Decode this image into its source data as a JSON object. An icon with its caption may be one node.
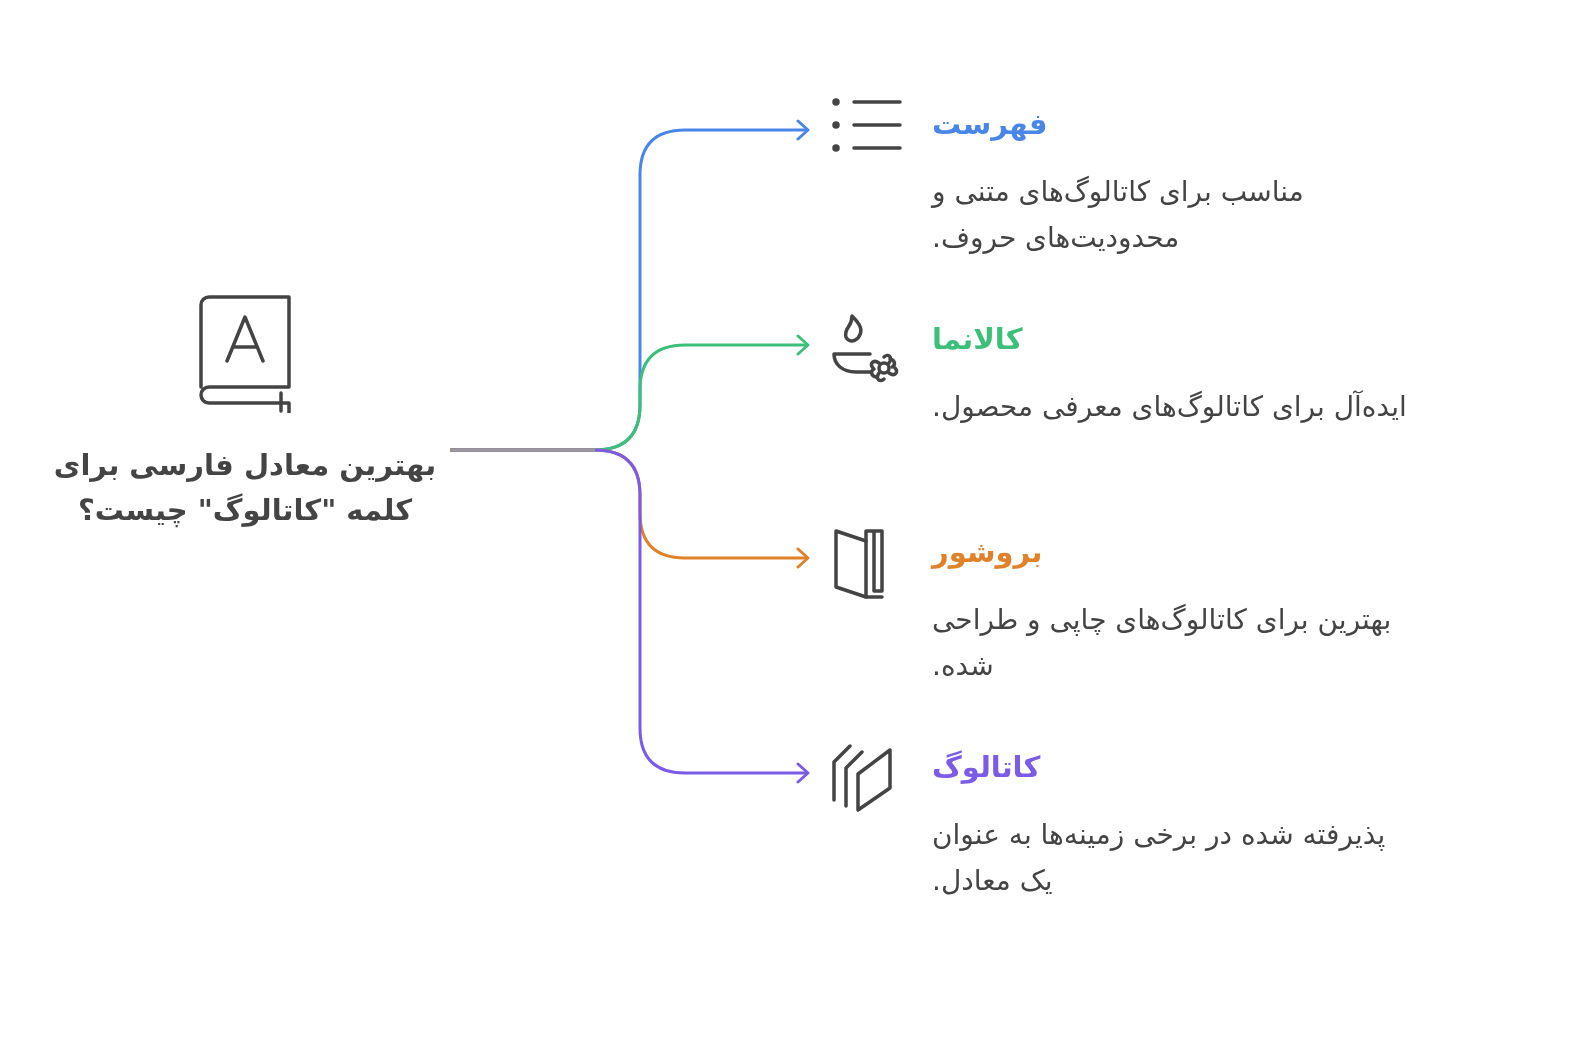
{
  "diagram": {
    "nodes": [
      {
        "text": [
          "بهترین معادل فارسی برای کلمه \"کاتالوگ\" چیست؟"
        ]
      },
      {
        "text": [
          "فهرست",
          "مناسب برای کاتالوگ‌های متنی و محدودیت‌های حروف."
        ]
      },
      {
        "text": [
          "کالانما",
          "ایده‌آل برای کاتالوگ‌های معرفی محصول."
        ]
      },
      {
        "text": [
          "بروشور",
          "بهترین برای کاتالوگ‌های چاپی و طراحی شده."
        ]
      },
      {
        "text": [
          "کاتالوگ",
          "پذیرفته شده در برخی زمینه‌ها به عنوان یک معادل."
        ]
      }
    ],
    "edges": [
      {
        "from": 0,
        "to": 1,
        "arrow": "to",
        "color": "#4a86e8"
      },
      {
        "from": 0,
        "to": 2,
        "arrow": "to",
        "color": "#3dbf7a"
      },
      {
        "from": 0,
        "to": 3,
        "arrow": "to",
        "color": "#e0822b"
      },
      {
        "from": 0,
        "to": 4,
        "arrow": "to",
        "color": "#7b5ce6"
      }
    ]
  }
}
